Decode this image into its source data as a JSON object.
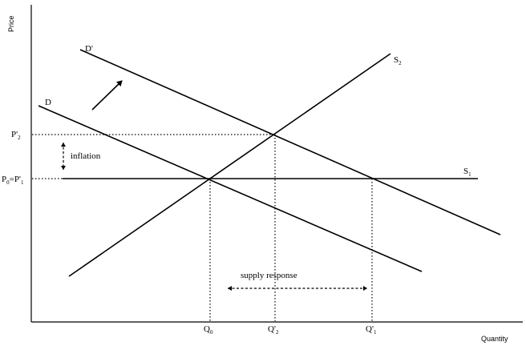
{
  "axes": {
    "y_label": "Price",
    "x_label": "Quantity"
  },
  "curves": {
    "d": "D",
    "d_prime": "D'",
    "s2": "S",
    "s2_sub": "2",
    "s1": "S",
    "s1_sub": "1"
  },
  "price_labels": {
    "p2_prime": "P'",
    "p2_prime_sub": "2",
    "p0": "P",
    "p0_sub": "0",
    "p1_eq": "=P'",
    "p1_sub": "1"
  },
  "quantity_labels": {
    "q0": "Q",
    "q0_sub": "0",
    "q2_prime": "Q'",
    "q2_prime_sub": "2",
    "q1_prime": "Q'",
    "q1_prime_sub": "1"
  },
  "annotations": {
    "inflation": "inflation",
    "supply_response": "supply response"
  }
}
